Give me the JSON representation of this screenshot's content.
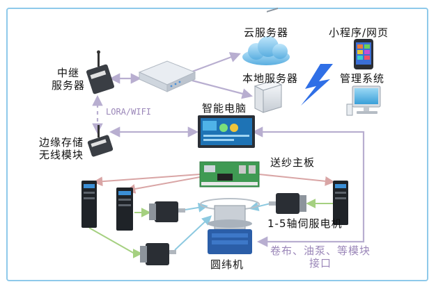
{
  "labels": {
    "relay_server": "中继\n服务器",
    "lora_wifi": "LORA/WIFI",
    "edge_module": "边缘存储\n无线模块",
    "cloud_server": "云服务器",
    "local_server": "本地服务器",
    "miniapp_web": "小程序/网页",
    "management_system": "管理系统",
    "smart_pc": "智能电脑",
    "yarn_board": "送纱主板",
    "servo_motors": "1-5轴伺服电机",
    "modules_interface": "卷布、油泵、等模块\n接口",
    "circular_knitting_machine": "圆纬机"
  },
  "colors": {
    "frame": "#8ec9ea",
    "purple_link": "#b8aed0",
    "green_link": "#a5d080",
    "pink_link": "#d9a5a5",
    "cyan_link": "#8cc9e0",
    "lightning": "#2f6fe6"
  }
}
